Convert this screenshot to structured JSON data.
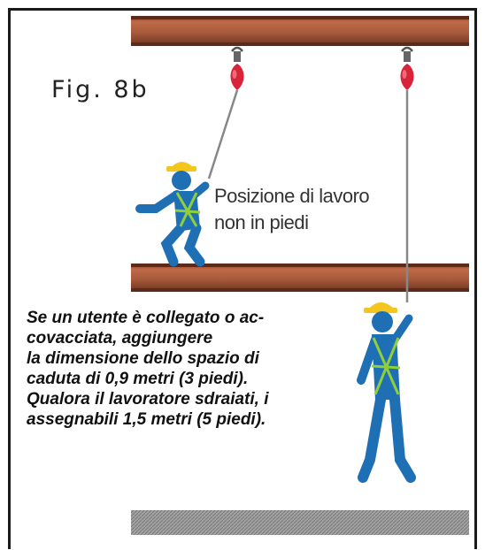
{
  "figure": {
    "label": "Fig. 8b",
    "callout": {
      "line1": "Posizione di lavoro",
      "line2": "non in piedi"
    },
    "note": {
      "lines": [
        "Se un utente è collegato o ac-",
        "covacciata, aggiungere",
        "la dimensione dello spazio di",
        "caduta di 0,9 metri (3 piedi).",
        "Qualora il lavoratore sdraiati, i",
        "assegnabili 1,5 metri (5 piedi)."
      ]
    }
  },
  "colors": {
    "beam": "#a85a3c",
    "anchor": "#d8243a",
    "worker_body": "#1f6fb5",
    "harness": "#8fcf3a",
    "helmet": "#f3c61d",
    "ground": "#9a9a9a"
  },
  "icons": [
    "i-beam",
    "anchor-device",
    "worker-crouching-icon",
    "worker-standing-icon",
    "hatched-ground"
  ]
}
